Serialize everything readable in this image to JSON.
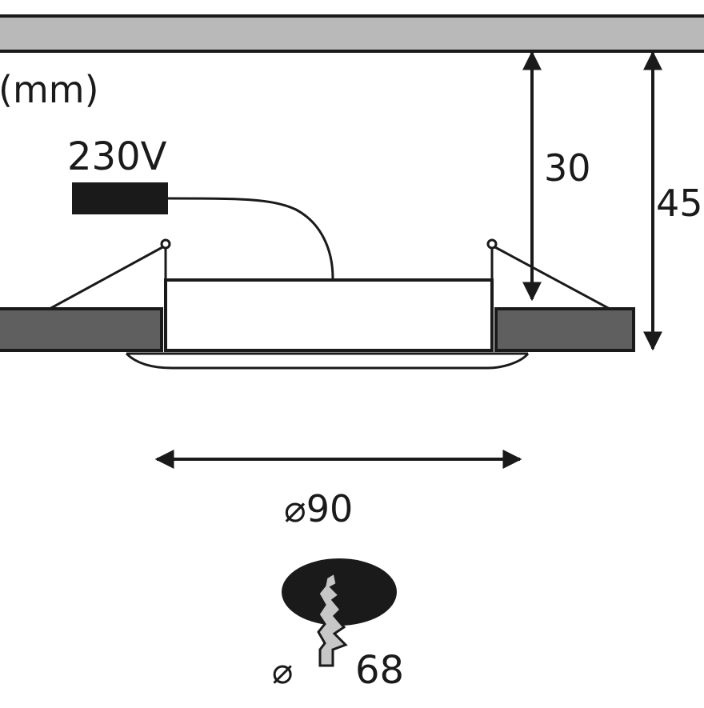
{
  "labels": {
    "unit": "(mm)",
    "voltage": "230V",
    "height_inner": "30",
    "height_total": "45",
    "diameter_outer": "⌀90",
    "cutout_symbol": "⌀",
    "cutout_value": "68"
  },
  "colors": {
    "line": "#1a1a1a",
    "ceiling_gray": "#b9b9b9",
    "panel_gray": "#5f5f5f",
    "connector": "#1a1a1a",
    "hole": "#1a1a1a",
    "saw_blade": "#c7c7c7"
  },
  "icons": {
    "hole_saw": "hole-saw-icon"
  }
}
